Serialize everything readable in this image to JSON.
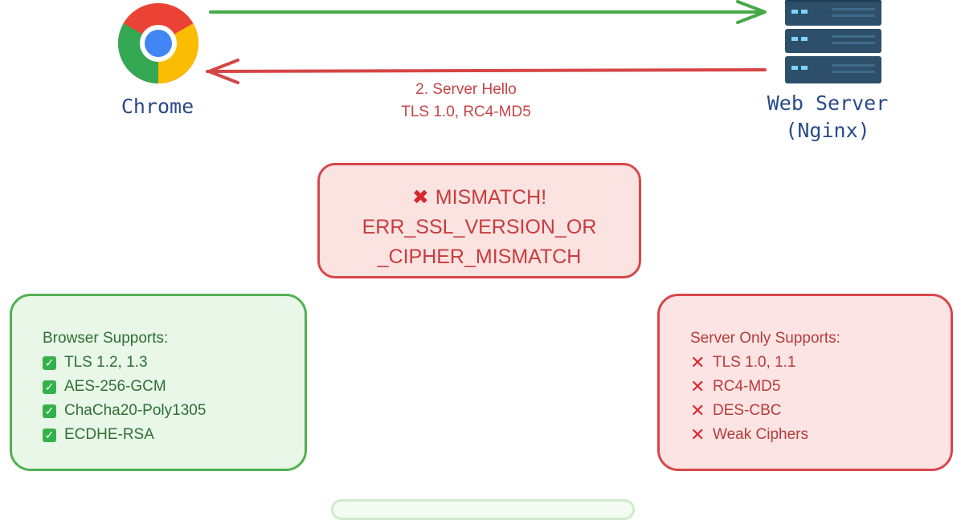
{
  "chrome": {
    "label": "Chrome",
    "icon": "chrome-logo-icon"
  },
  "server": {
    "label_line1": "Web Server",
    "label_line2": "(Nginx)",
    "icon": "server-rack-icon"
  },
  "server_hello": {
    "line1": "2. Server Hello",
    "line2": "TLS 1.0, RC4-MD5"
  },
  "mismatch": {
    "line1": "MISMATCH!",
    "line2": "ERR_SSL_VERSION_OR",
    "line3": "_CIPHER_MISMATCH",
    "icon": "x-mark-icon"
  },
  "browser_supports": {
    "title": "Browser Supports:",
    "items": [
      "TLS 1.2, 1.3",
      "AES-256-GCM",
      "ChaCha20-Poly1305",
      "ECDHE-RSA"
    ],
    "icon": "green-check-icon"
  },
  "server_supports": {
    "title": "Server Only Supports:",
    "items": [
      "TLS 1.0, 1.1",
      "RC4-MD5",
      "DES-CBC",
      "Weak Ciphers"
    ],
    "icon": "red-x-icon"
  },
  "colors": {
    "green_arrow": "#48a848",
    "red_arrow": "#d64545",
    "label_blue": "#2a4a8a",
    "error_red": "#d9464a",
    "ok_green": "#52b052"
  }
}
